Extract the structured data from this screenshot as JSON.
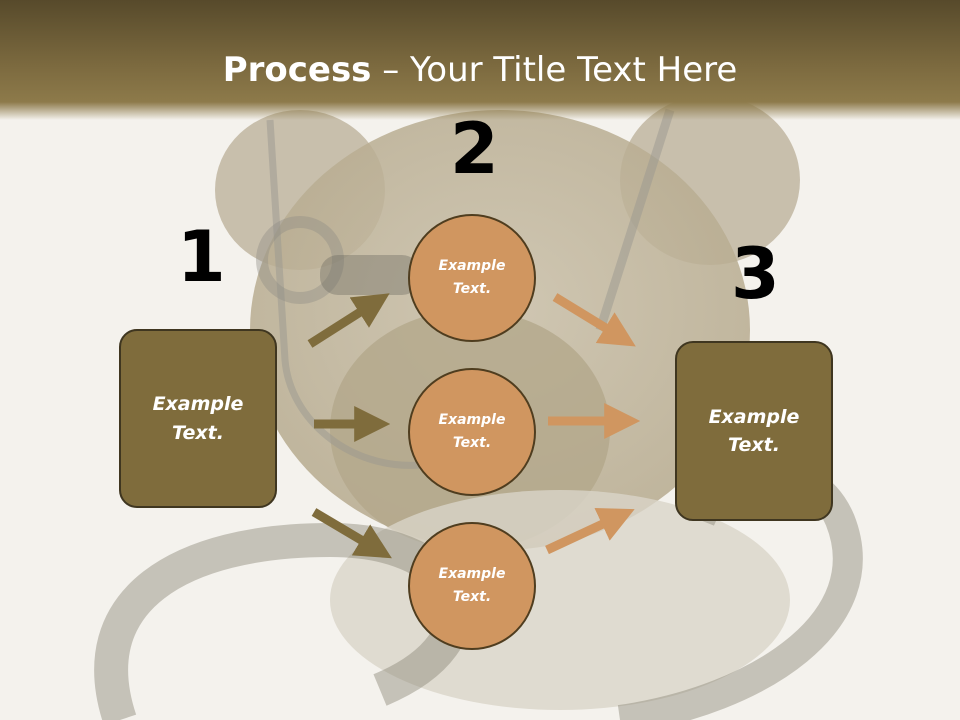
{
  "title": {
    "strong": "Process",
    "rest": " – Your Title Text Here"
  },
  "steps": {
    "one": "1",
    "two": "2",
    "three": "3"
  },
  "left_box": {
    "line1": "Example",
    "line2": "Text."
  },
  "right_box": {
    "line1": "Example",
    "line2": "Text."
  },
  "circles": [
    {
      "line1": "Example",
      "line2": "Text."
    },
    {
      "line1": "Example",
      "line2": "Text."
    },
    {
      "line1": "Example",
      "line2": "Text."
    }
  ],
  "colors": {
    "title_band": "#7c6a3f",
    "box_fill": "#7f6c3c",
    "circle_fill": "#d09660",
    "arrow_left": "#7f6c3c",
    "arrow_right": "#d09660"
  }
}
